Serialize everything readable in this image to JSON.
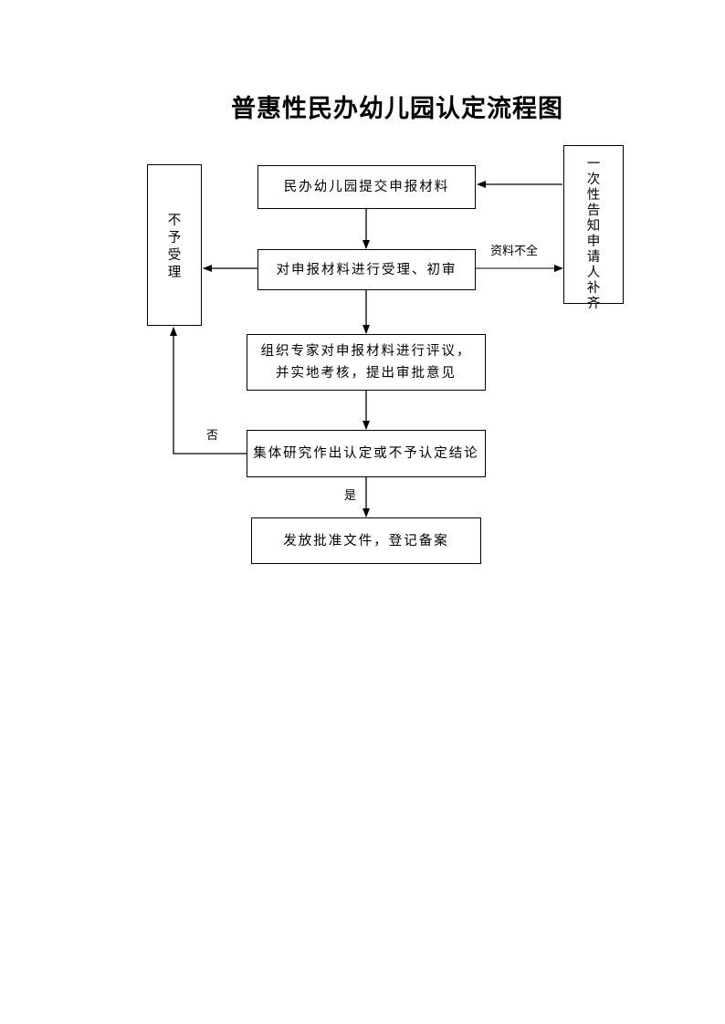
{
  "title": "普惠性民办幼儿园认定流程图",
  "nodes": {
    "submit": "民办幼儿园提交申报材料",
    "review": "对申报材料进行受理、初审",
    "expert": "组织专家对申报材料进行评议，并实地考核，提出审批意见",
    "decision": "集体研究作出认定或不予认定结论",
    "issue": "发放批准文件，登记备案",
    "reject": "不予受理",
    "notify": "一次性告知申请人补齐"
  },
  "edge_labels": {
    "incomplete": "资料不全",
    "no": "否",
    "yes": "是"
  }
}
